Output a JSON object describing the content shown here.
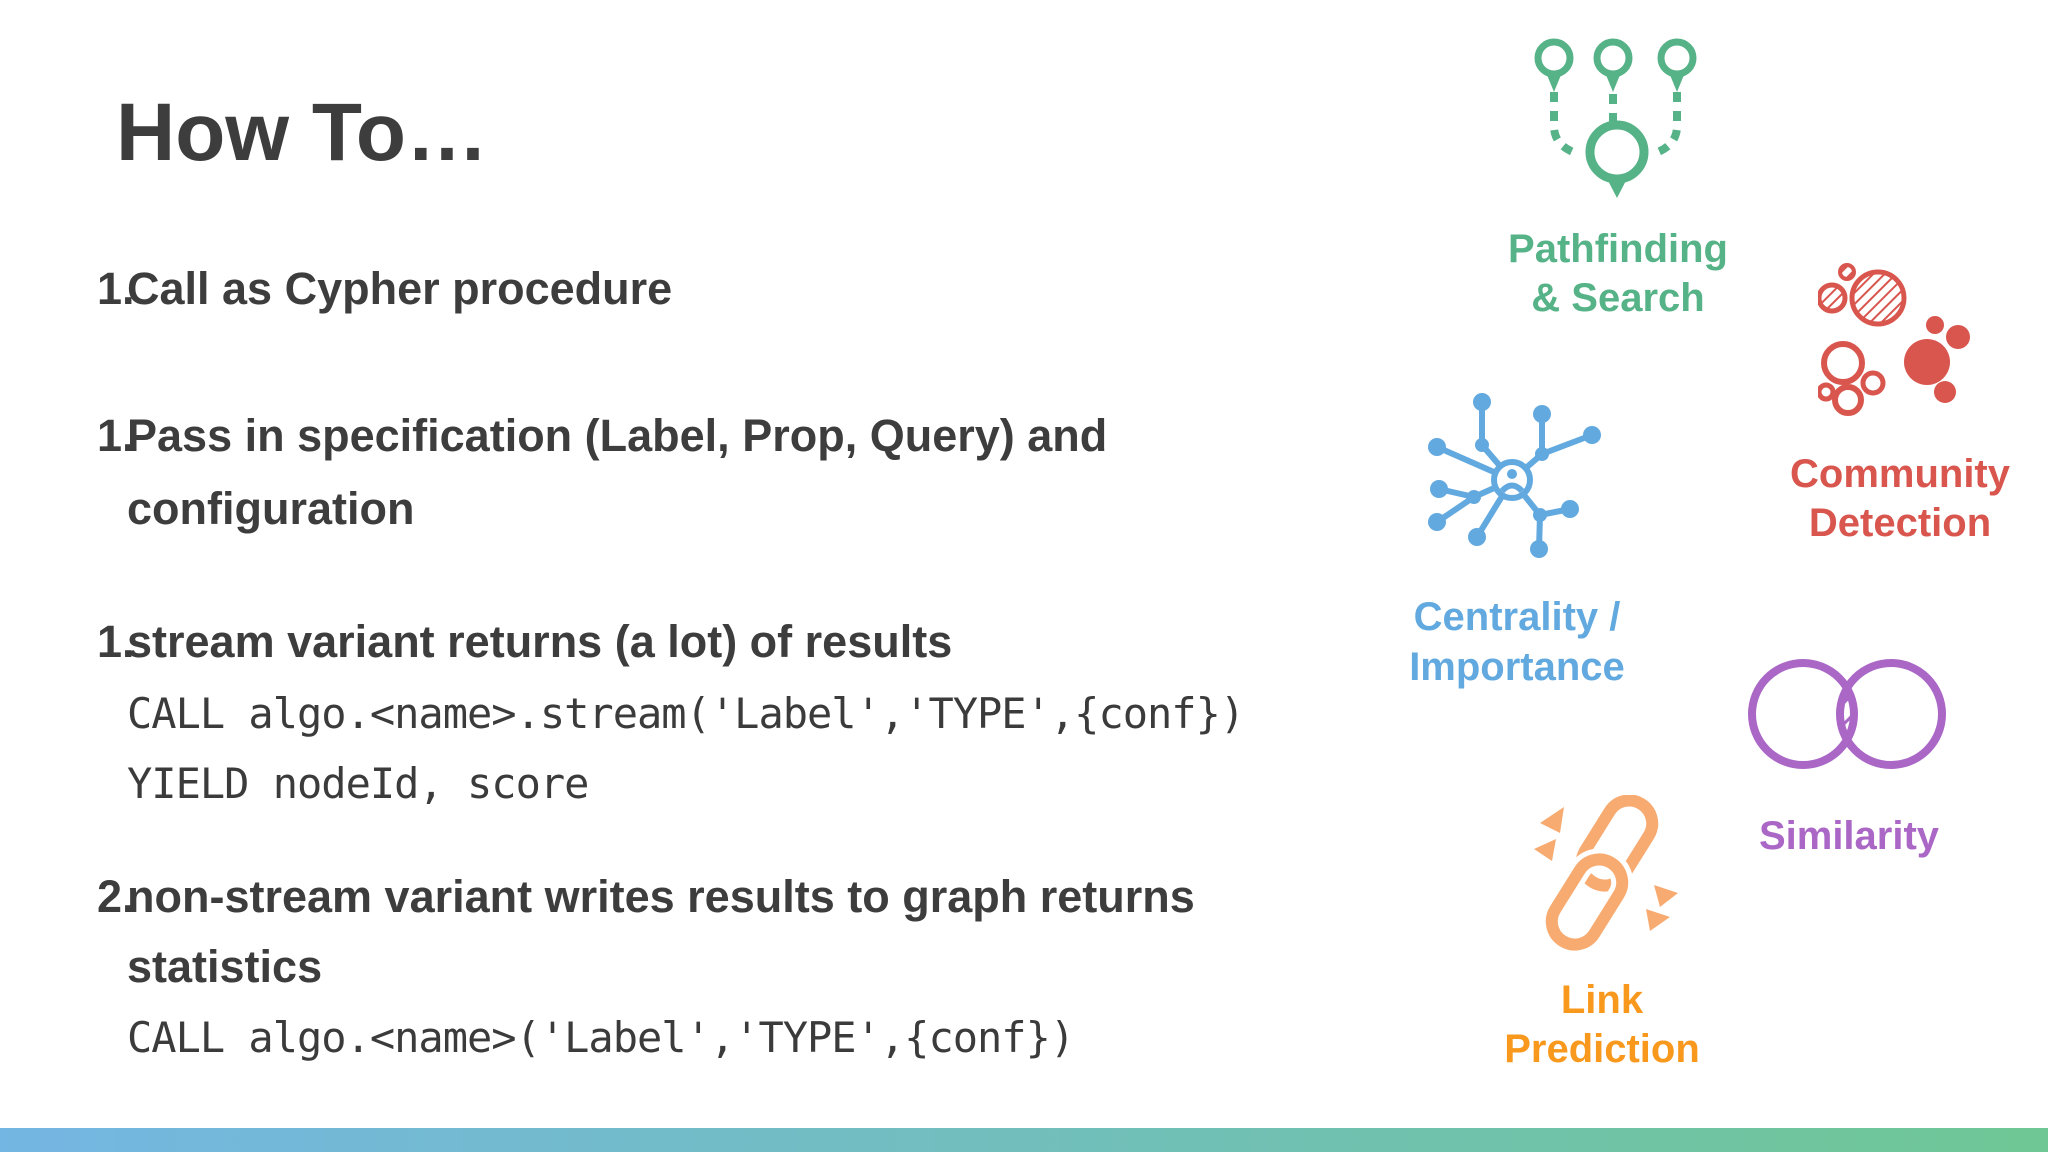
{
  "slide": {
    "title": "How To…",
    "list": [
      {
        "num": "1.",
        "lines": [
          "Call as Cypher procedure"
        ]
      },
      {
        "num": "1.",
        "lines": [
          "Pass in specification (Label, Prop, Query) and",
          "configuration"
        ]
      },
      {
        "num": "1.",
        "lines": [
          "stream variant returns (a lot) of results"
        ],
        "code": [
          "CALL algo.<name>.stream('Label','TYPE',{conf})",
          "YIELD nodeId, score"
        ]
      },
      {
        "num": "2.",
        "lines": [
          "non-stream variant writes results to graph returns",
          "statistics"
        ],
        "code": [
          "CALL algo.<name>('Label','TYPE',{conf})"
        ]
      }
    ],
    "legend": [
      {
        "id": "pathfinding-search",
        "lines": [
          "Pathfinding",
          "& Search"
        ]
      },
      {
        "id": "community-detection",
        "lines": [
          "Community",
          "Detection"
        ]
      },
      {
        "id": "centrality-importance",
        "lines": [
          "Centrality /",
          "Importance"
        ]
      },
      {
        "id": "similarity",
        "lines": [
          "Similarity"
        ]
      },
      {
        "id": "link-prediction",
        "lines": [
          "Link",
          "Prediction"
        ]
      }
    ]
  },
  "colors": {
    "text": "#3d3d3d",
    "green": "#56b287",
    "red": "#d9564e",
    "blue": "#62a9e0",
    "purple": "#aa67c6",
    "orange-icon": "#f8ab70",
    "orange": "#f8991d",
    "bar-left": "#74b6e3",
    "bar-right": "#6fc795"
  }
}
